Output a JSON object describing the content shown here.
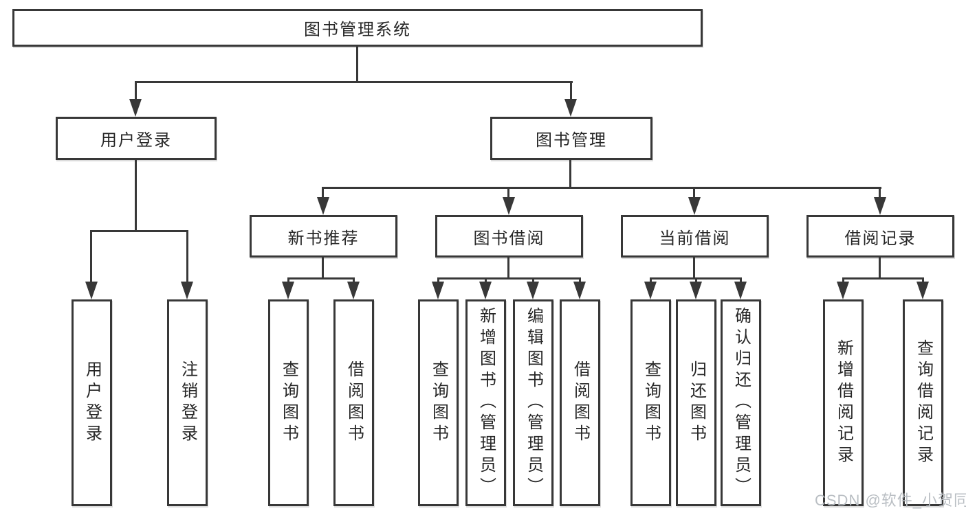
{
  "tree": {
    "root": {
      "label": "图书管理系统"
    },
    "branches": [
      {
        "label": "用户登录",
        "children": [
          {
            "label": "用户登录"
          },
          {
            "label": "注销登录"
          }
        ]
      },
      {
        "label": "图书管理",
        "children": [
          {
            "label": "新书推荐",
            "children": [
              {
                "label": "查询图书"
              },
              {
                "label": "借阅图书"
              }
            ]
          },
          {
            "label": "图书借阅",
            "children": [
              {
                "label": "查询图书"
              },
              {
                "label": "新增图书（管理员）"
              },
              {
                "label": "编辑图书（管理员）"
              },
              {
                "label": "借阅图书"
              }
            ]
          },
          {
            "label": "当前借阅",
            "children": [
              {
                "label": "查询图书"
              },
              {
                "label": "归还图书"
              },
              {
                "label": "确认归还（管理员）"
              }
            ]
          },
          {
            "label": "借阅记录",
            "children": [
              {
                "label": "新增借阅记录"
              },
              {
                "label": "查询借阅记录"
              }
            ]
          }
        ]
      }
    ]
  },
  "watermark": {
    "text": "CSDN @软件_小贺同学"
  },
  "colors": {
    "line": "#383838",
    "text": "#262626",
    "watermark": "#b9bec3",
    "background": "#ffffff"
  }
}
